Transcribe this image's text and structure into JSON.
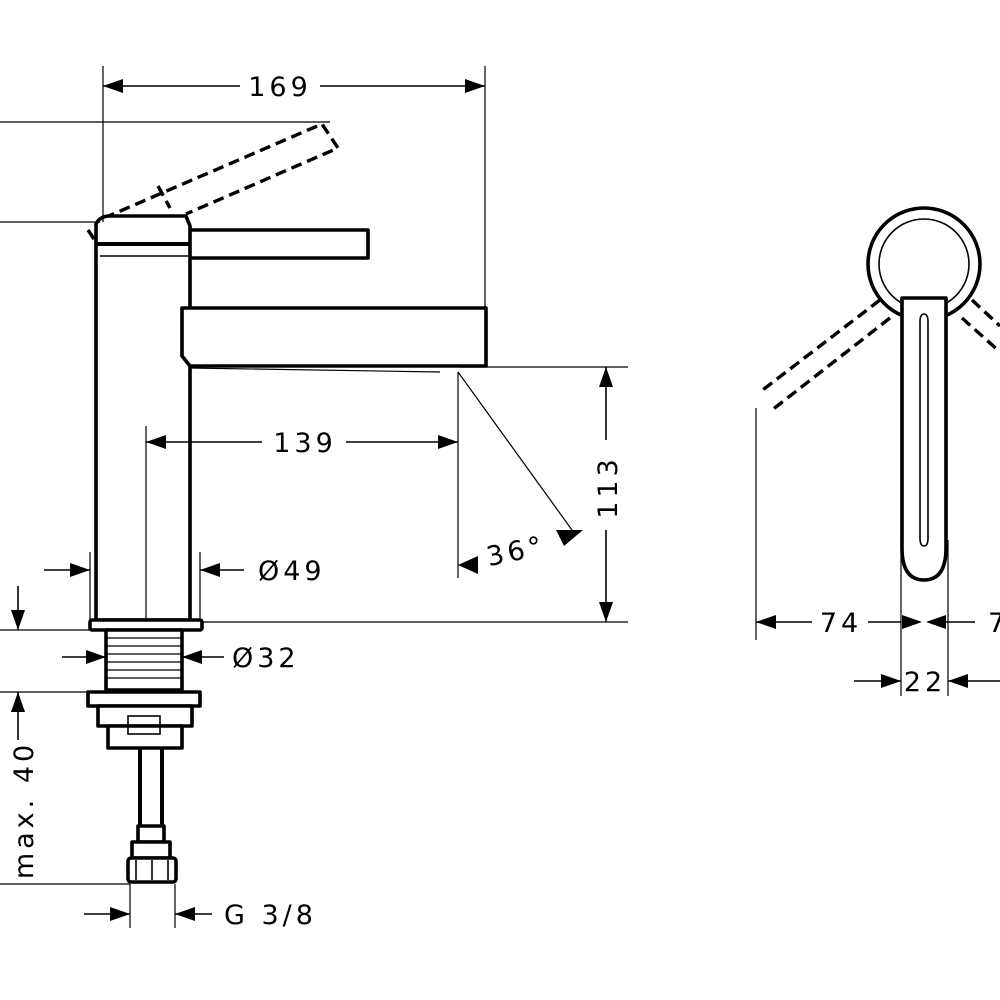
{
  "dimensions": {
    "overall_length": "169",
    "spout_projection": "139",
    "spout_height": "113",
    "spray_angle": "36°",
    "body_diameter": "Ø49",
    "shank_diameter": "Ø32",
    "max_counter_thickness": "max. 40",
    "connection_thread": "G 3/8",
    "lever_side_left": "74",
    "lever_side_right": "7",
    "handle_width": "22"
  },
  "icons": {
    "dimension_arrow": "filled-triangle"
  },
  "colors": {
    "line": "#000000",
    "background": "#ffffff"
  }
}
